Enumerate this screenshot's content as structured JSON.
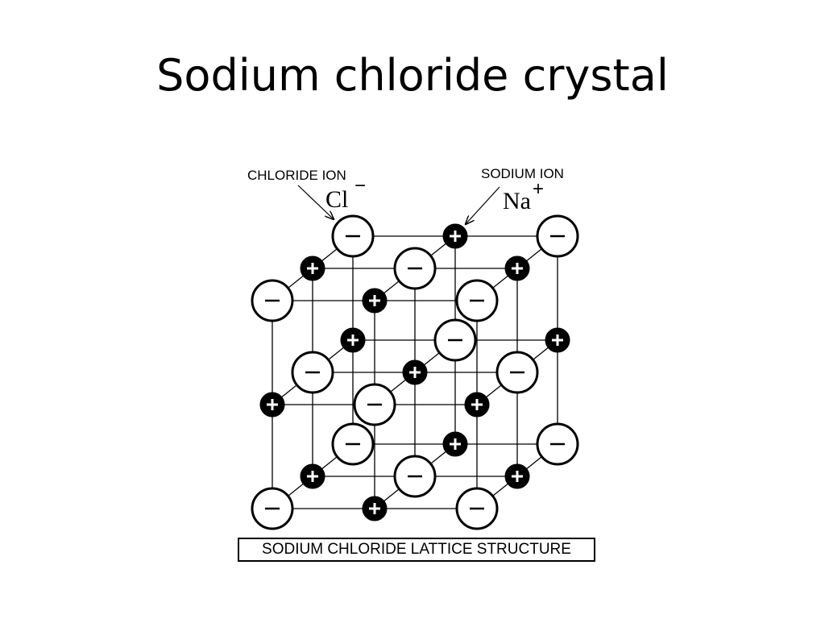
{
  "slide": {
    "title": "Sodium chloride crystal"
  },
  "diagram": {
    "labels": {
      "chloride": {
        "name": "CHLORIDE ION",
        "symbol": "Cl",
        "charge": "−"
      },
      "sodium": {
        "name": "SODIUM ION",
        "symbol": "Na",
        "charge": "+"
      }
    },
    "caption": "SODIUM CHLORIDE LATTICE STRUCTURE",
    "ion_signs": {
      "chloride": "−",
      "sodium": "+"
    },
    "lattice": "3 × 3 × 3 rock-salt arrangement of alternating chloride and sodium ions"
  }
}
